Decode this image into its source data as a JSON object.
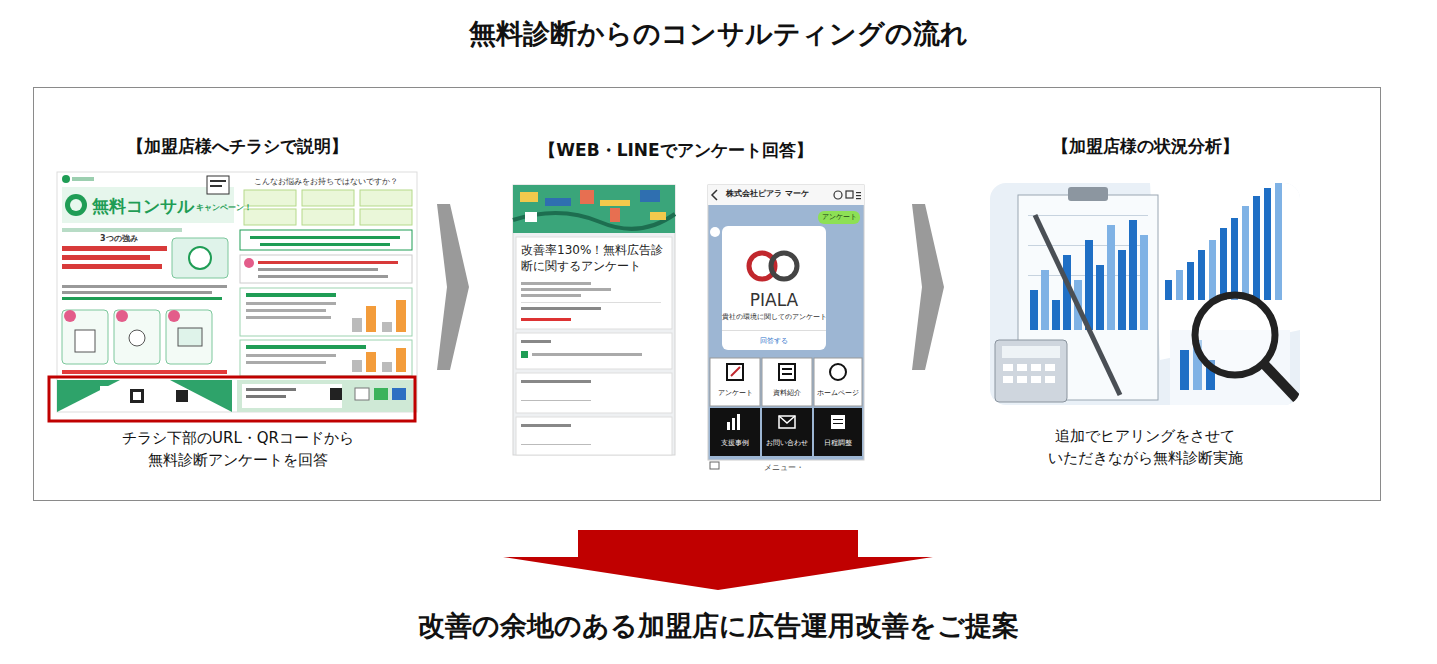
{
  "diagram": {
    "title": "無料診断からのコンサルティングの流れ",
    "caption": "改善の余地のある加盟店に広告運用改善をご提案",
    "nodes": [
      {
        "text": [
          "【加盟店様へチラシで説明】",
          "チラシ下部のURL・QRコードから 無料診断アンケートを回答"
        ]
      },
      {
        "text": [
          "【WEB・LINEでアンケート回答】"
        ]
      },
      {
        "text": [
          "【加盟店様の状況分析】",
          "追加でヒアリングをさせて いただきながら無料診断実施"
        ]
      }
    ],
    "edges": [
      {
        "from": 0,
        "to": 1,
        "arrow": "to"
      },
      {
        "from": 1,
        "to": 2,
        "arrow": "to"
      }
    ],
    "labels": [
      "無料コンサル",
      "キャンペーン！",
      "3つの強み",
      "こんなお悩みをお持ちではないですか？",
      "改善率130%！無料広告診断に関するアンケート",
      "株式会社ピアラ マーケ",
      "アンケート",
      "PIALA",
      "貴社の環境に関してのアンケート",
      "回答する",
      "アンケート",
      "資料紹介",
      "ホームページ",
      "支援事例",
      "お問い合わせ",
      "日程調整",
      "メニュー・"
    ]
  }
}
